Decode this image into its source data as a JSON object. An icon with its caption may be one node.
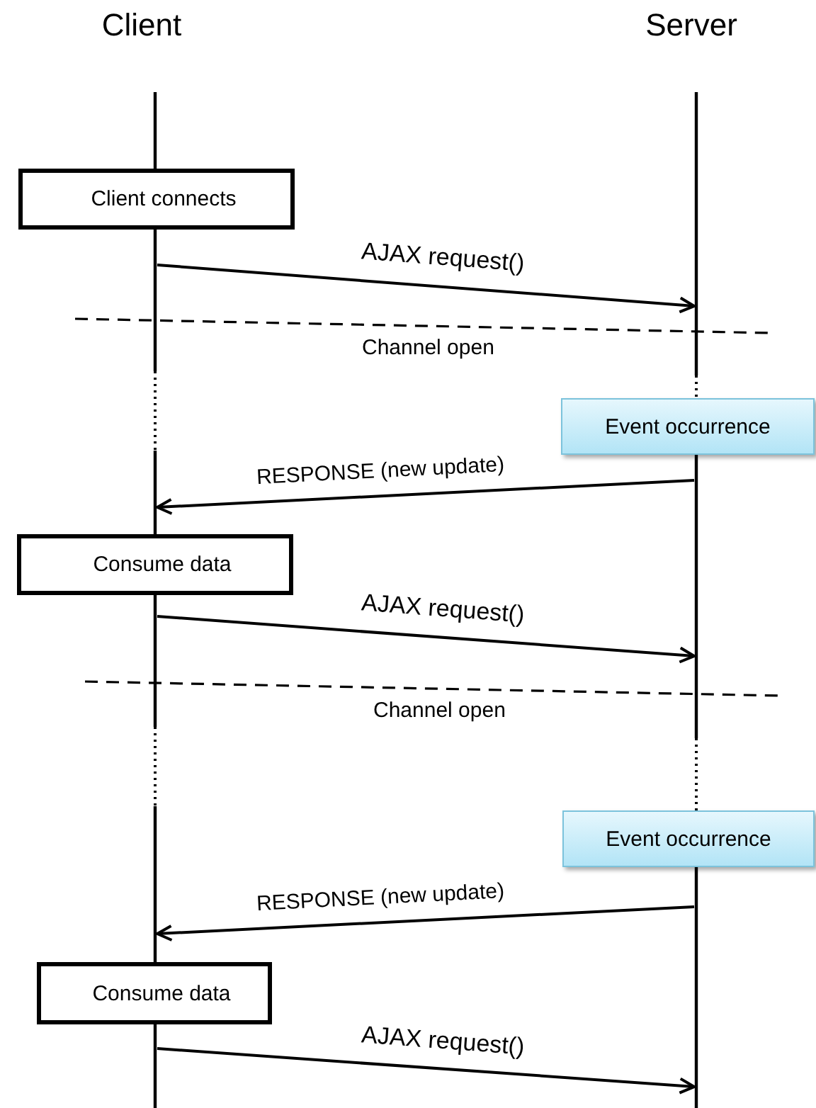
{
  "diagram": {
    "nodes": [
      {
        "text": [
          "Client"
        ]
      },
      {
        "text": [
          "Server"
        ]
      },
      {
        "text": [],
        "shape": "bar"
      },
      {
        "text": [],
        "shape": "bar"
      },
      {
        "text": [
          "Client connects"
        ]
      },
      {
        "text": [
          "Event occurrence"
        ]
      },
      {
        "text": [
          "Consume data"
        ]
      },
      {
        "text": [
          "Event occurrence"
        ]
      },
      {
        "text": [
          "Consume data"
        ]
      }
    ],
    "edges": [
      {
        "from": 2,
        "to": 3,
        "arrow": "to",
        "label": "AJAX request()"
      },
      {
        "from": 3,
        "to": 2,
        "arrow": "to",
        "label": "RESPONSE (new update)"
      },
      {
        "from": 2,
        "to": 3,
        "arrow": "to",
        "label": "AJAX request()"
      },
      {
        "from": 3,
        "to": 2,
        "arrow": "to",
        "label": "RESPONSE (new update)"
      },
      {
        "from": 2,
        "to": 3,
        "arrow": "to",
        "label": "AJAX request()"
      }
    ],
    "labels": [
      "Channel open",
      "Channel open"
    ]
  }
}
